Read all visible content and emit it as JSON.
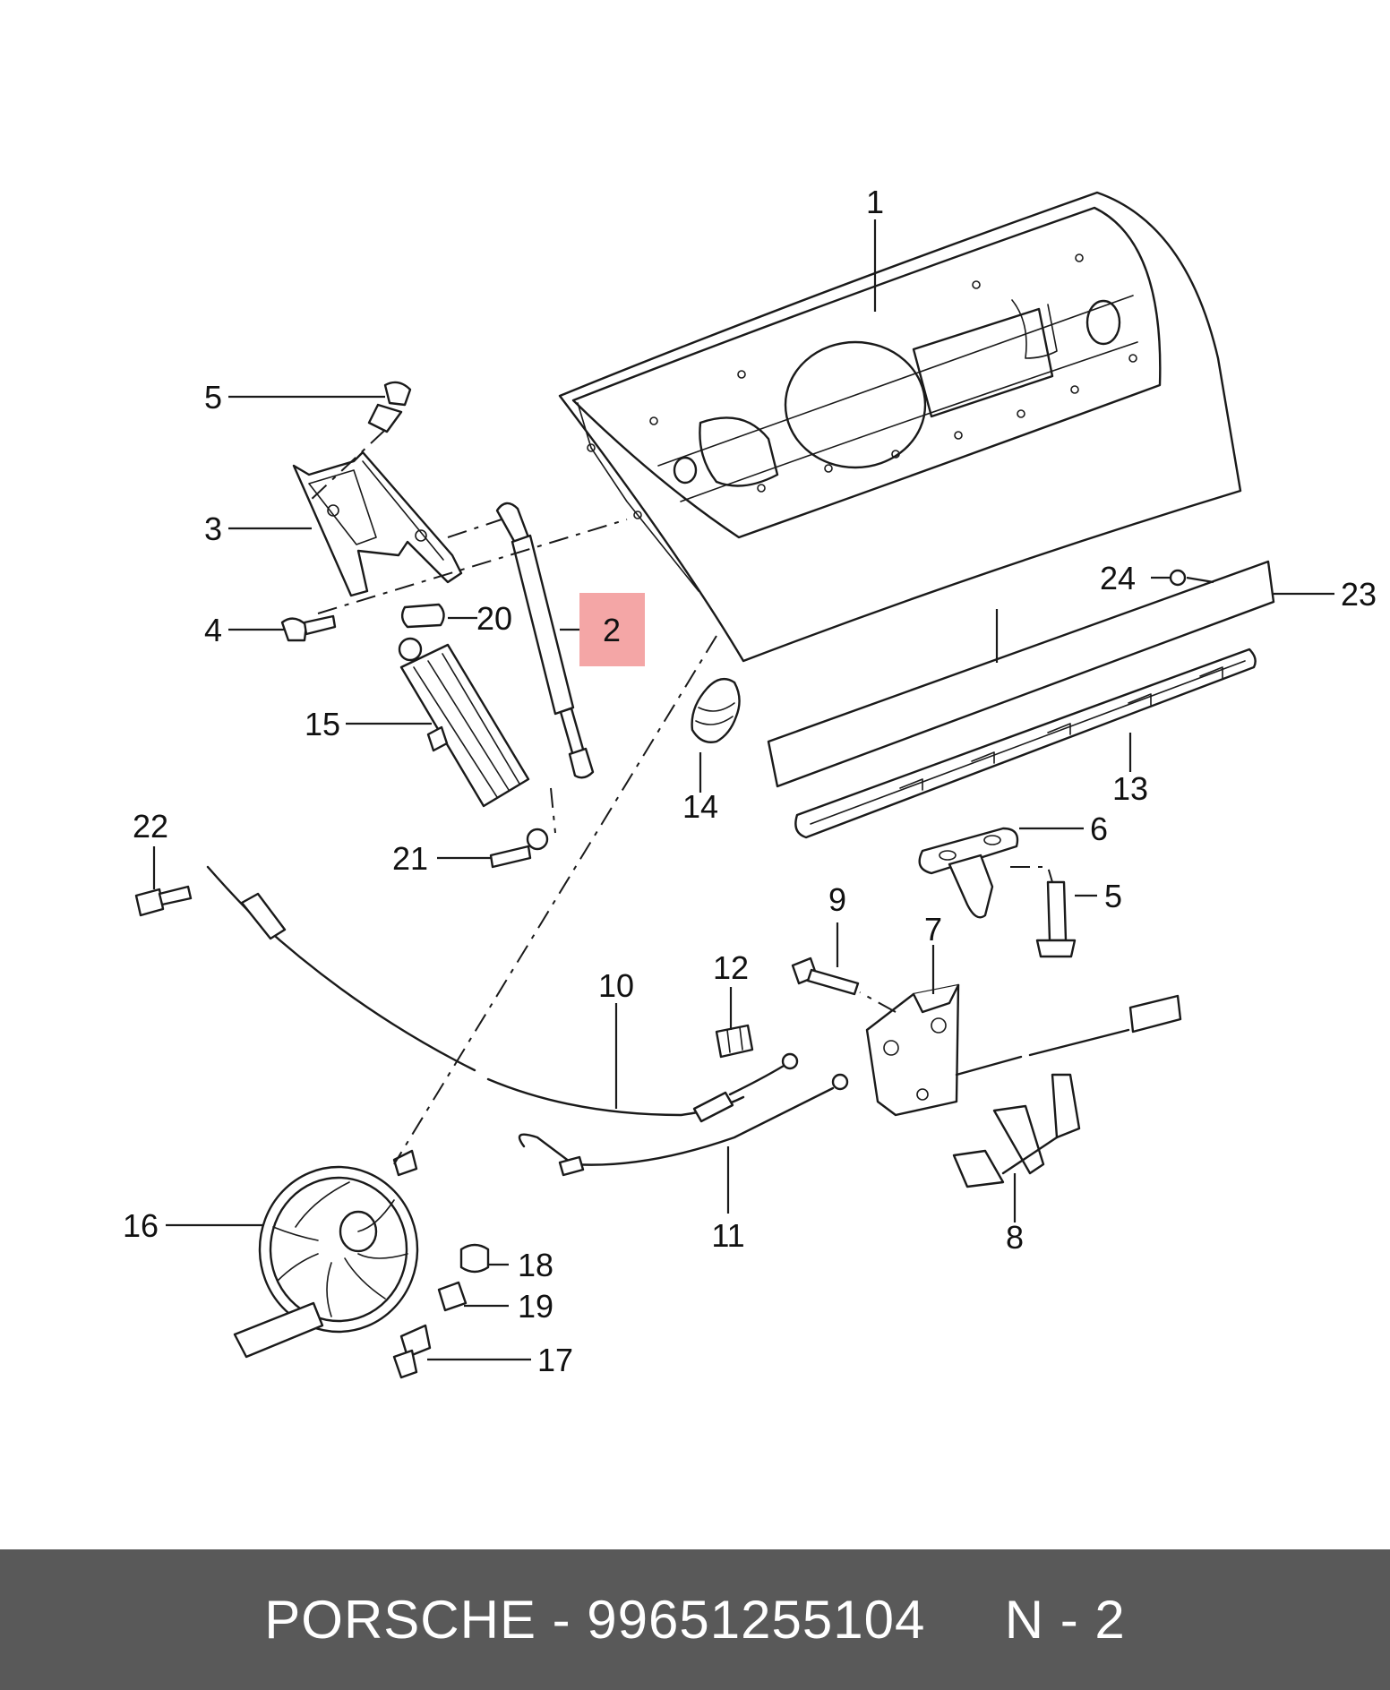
{
  "diagram": {
    "highlight_color": "#f4a6a6",
    "callouts": [
      "1",
      "2",
      "3",
      "4",
      "5",
      "5",
      "6",
      "7",
      "8",
      "9",
      "10",
      "11",
      "12",
      "13",
      "14",
      "15",
      "16",
      "17",
      "18",
      "19",
      "20",
      "21",
      "22",
      "23",
      "24"
    ]
  },
  "footer": {
    "brand": "PORSCHE",
    "separator": " - ",
    "part_number": "99651255104",
    "position_label": "N - 2",
    "background": "#595959"
  }
}
